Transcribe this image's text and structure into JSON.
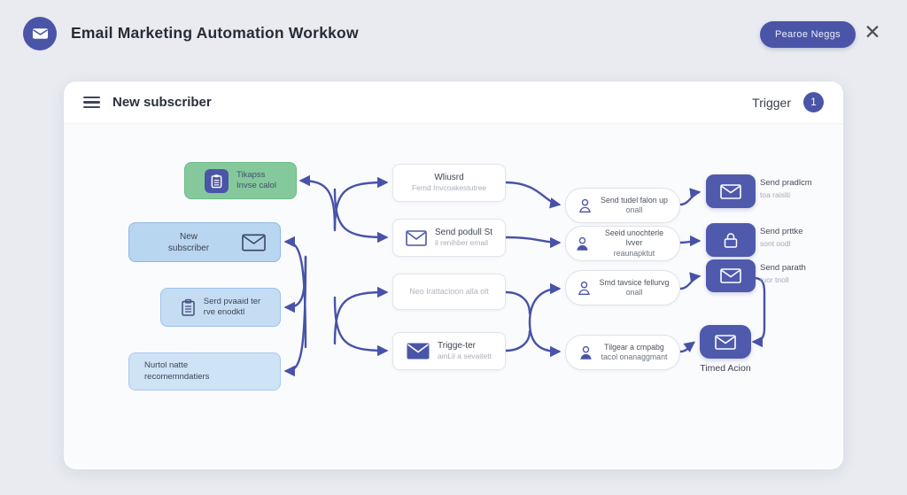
{
  "topbar": {
    "title": "Email Marketing Automation Workkow",
    "action_label": "Pearoe Neggs",
    "close_glyph": "✕"
  },
  "panel": {
    "title": "New subscriber",
    "trigger_label": "Trigger",
    "trigger_badge": "1"
  },
  "flow": {
    "left_nodes": [
      {
        "line1": "Tikapss",
        "line2": "Invse calol",
        "icon": "clipboard"
      },
      {
        "line1": "New",
        "line2": "subscriber",
        "icon": "envelope"
      },
      {
        "line1": "Serd pvaaid ter",
        "line2": "rve enodktl",
        "icon": "clipboard"
      },
      {
        "line1": "Nurtol natte",
        "line2": "recomemndatiers",
        "icon": "none"
      }
    ],
    "middle_nodes": [
      {
        "line1": "Wliusrd",
        "line2": "Femd Invcoakestutree",
        "icon": "none"
      },
      {
        "line1": "Send podull St",
        "line2": "il renihber email",
        "icon": "envelope"
      },
      {
        "line1": "Neo Irattacloon alla olt",
        "line2": "",
        "icon": "none"
      },
      {
        "line1": "Trigge-ter",
        "line2": "ainLil a sevaitett",
        "icon": "envelope"
      }
    ],
    "followup_nodes": [
      {
        "line1": "Send tudel falon up",
        "line2": "onall",
        "icon": "person"
      },
      {
        "line1": "Seeid unochterle lvver",
        "line2": "reaunapktut",
        "icon": "person"
      },
      {
        "line1": "Smd tavsice fellurvg",
        "line2": "onall",
        "icon": "person"
      },
      {
        "line1": "Tilgear a cmpabg",
        "line2": "tacol onanaggmant",
        "icon": "person"
      }
    ],
    "action_nodes": [
      {
        "line1": "Send pradlcm",
        "line2": "toa raisiti",
        "icon": "envelope"
      },
      {
        "line1": "Send prttke",
        "line2": "sont oodl",
        "icon": "lock"
      },
      {
        "line1": "Send parath",
        "line2": "tuor tnoll",
        "icon": "envelope"
      },
      {
        "line1": "",
        "line2": "",
        "icon": "envelope"
      }
    ],
    "timed_action_label": "Timed Acion"
  },
  "colors": {
    "accent": "#4a55a8",
    "connector": "#4752a8",
    "green_node": "#85c89c",
    "blue_node": "#b9d6f0",
    "background": "#e9ebf1",
    "card": "#ffffff"
  }
}
